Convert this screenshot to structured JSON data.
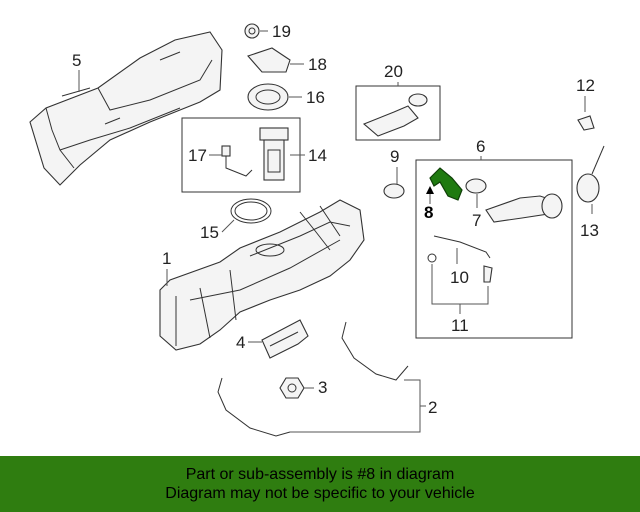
{
  "callouts": {
    "c1": "1",
    "c2": "2",
    "c3": "3",
    "c4": "4",
    "c5": "5",
    "c6": "6",
    "c7": "7",
    "c8": "8",
    "c9": "9",
    "c10": "10",
    "c11": "11",
    "c12": "12",
    "c13": "13",
    "c14": "14",
    "c15": "15",
    "c16": "16",
    "c17": "17",
    "c18": "18",
    "c19": "19",
    "c20": "20"
  },
  "highlighted_part": "8",
  "highlight_color": "#1f7a10",
  "footer": {
    "line1": "Part or sub-assembly is #8 in diagram",
    "line2": "Diagram may not be specific to your vehicle",
    "background": "#2f7d10"
  }
}
